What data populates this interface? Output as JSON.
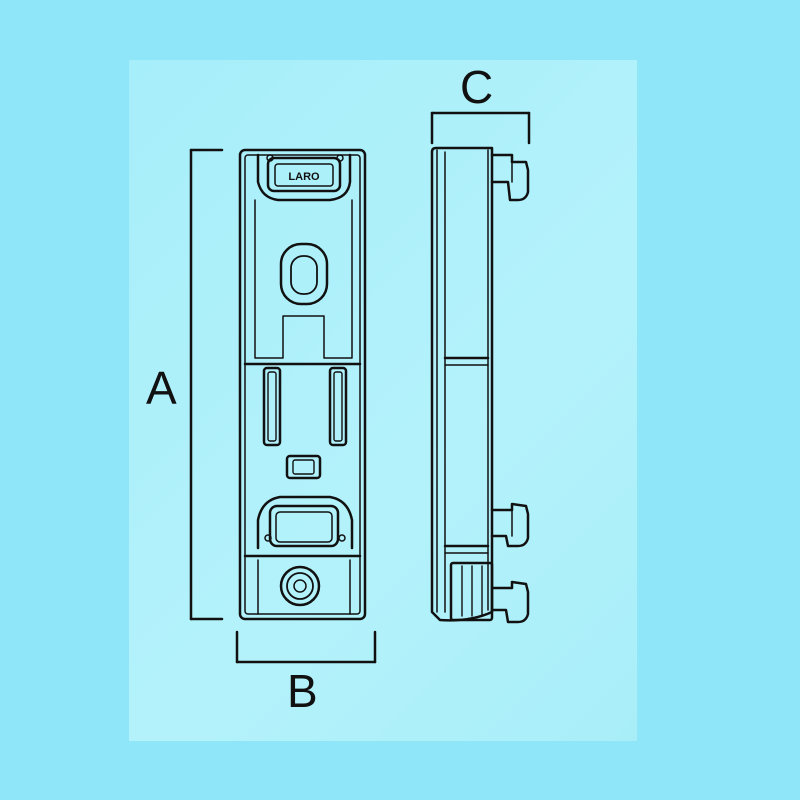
{
  "dimensions": {
    "height_label": "A",
    "width_label": "B",
    "depth_label": "C"
  },
  "part": {
    "logo_text": "LARO"
  },
  "colors": {
    "background": "#8ee6f8",
    "panel": "#b0f0fa",
    "line": "#111111"
  }
}
